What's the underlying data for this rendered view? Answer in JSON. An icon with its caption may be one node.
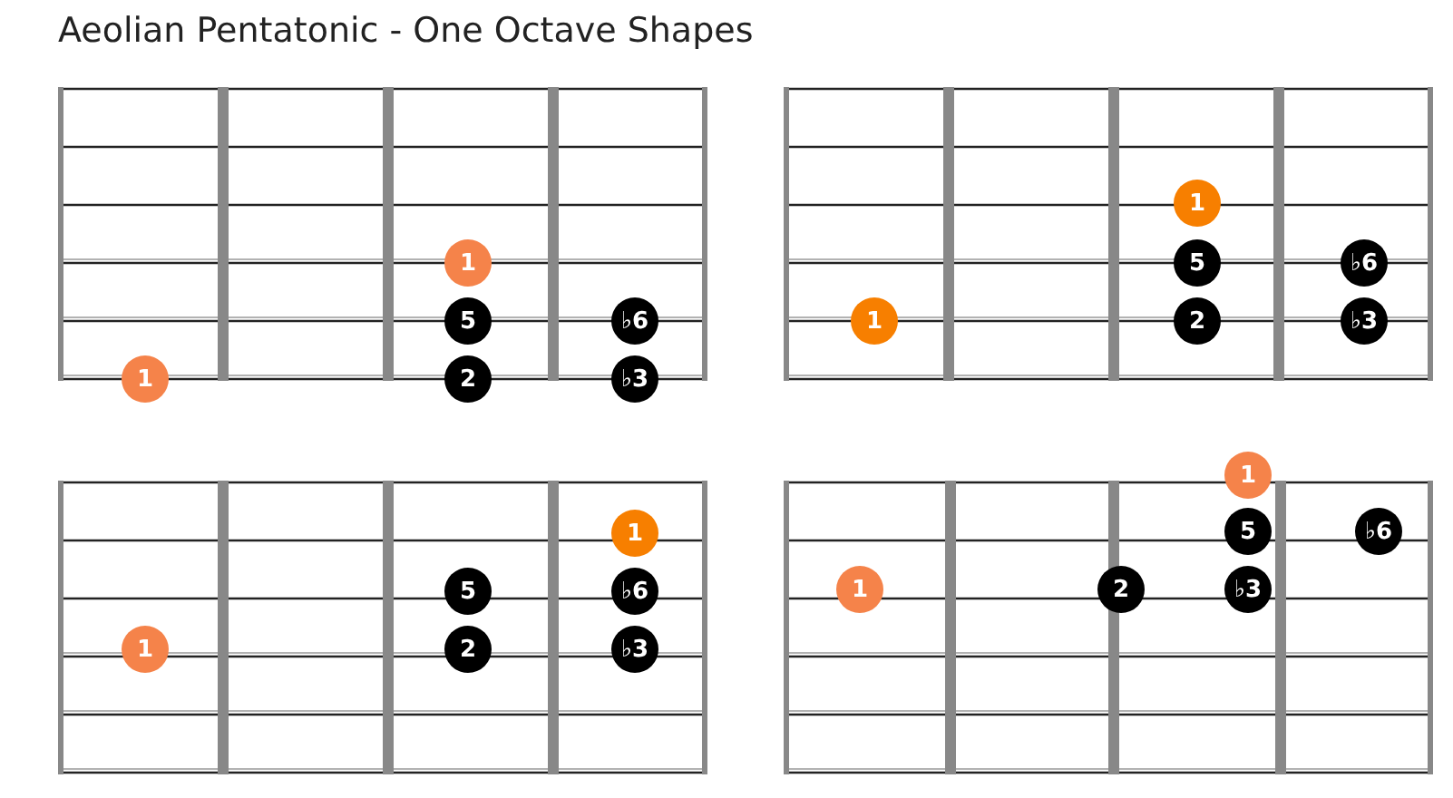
{
  "diagram": {
    "title": "Aeolian Pentatonic - One Octave Shapes",
    "nodes": [
      {
        "text": [],
        "shape": "box"
      },
      {
        "text": [
          "1"
        ],
        "in": 0
      },
      {
        "text": [
          "5"
        ],
        "in": 0
      },
      {
        "text": [
          "♭6"
        ],
        "in": 0
      },
      {
        "text": [
          "1"
        ],
        "in": 0
      },
      {
        "text": [
          "2"
        ],
        "in": 0
      },
      {
        "text": [
          "♭3"
        ],
        "in": 0
      },
      {
        "text": [],
        "shape": "box"
      },
      {
        "text": [
          "1"
        ],
        "in": 7
      },
      {
        "text": [
          "5"
        ],
        "in": 7
      },
      {
        "text": [
          "♭6"
        ],
        "in": 7
      },
      {
        "text": [
          "1"
        ],
        "in": 7
      },
      {
        "text": [
          "2"
        ],
        "in": 7
      },
      {
        "text": [
          "♭3"
        ],
        "in": 7
      },
      {
        "text": [],
        "shape": "box"
      },
      {
        "text": [
          "1"
        ],
        "in": 14
      },
      {
        "text": [
          "5"
        ],
        "in": 14
      },
      {
        "text": [
          "♭6"
        ],
        "in": 14
      },
      {
        "text": [
          "1"
        ],
        "in": 14
      },
      {
        "text": [
          "2"
        ],
        "in": 14
      },
      {
        "text": [
          "♭3"
        ],
        "in": 14
      },
      {
        "text": [],
        "shape": "box"
      },
      {
        "text": [
          "1"
        ]
      },
      {
        "text": [
          "5"
        ],
        "in": 21
      },
      {
        "text": [
          "♭6"
        ],
        "in": 21
      },
      {
        "text": [
          "1"
        ],
        "in": 21
      },
      {
        "text": [
          "2"
        ],
        "in": 21
      },
      {
        "text": [
          "♭3"
        ],
        "in": 21
      }
    ],
    "edges": []
  }
}
